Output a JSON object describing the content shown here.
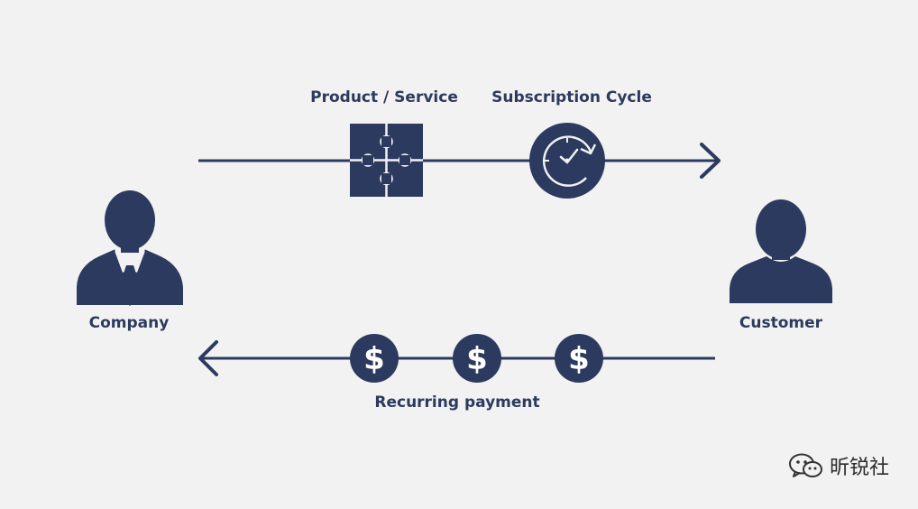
{
  "labels": {
    "product_service": "Product / Service",
    "subscription_cycle": "Subscription Cycle",
    "company": "Company",
    "customer": "Customer",
    "recurring_payment": "Recurring payment"
  },
  "dollar_symbol": "$",
  "watermark": {
    "text": "昕锐社",
    "icon": "wechat-icon"
  },
  "colors": {
    "navy": "#2b3a5e",
    "background": "#f2f2f2"
  }
}
